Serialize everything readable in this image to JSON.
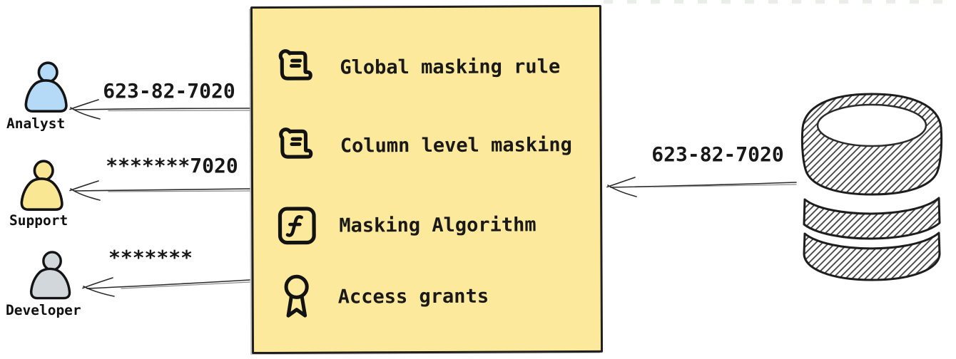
{
  "personas": [
    {
      "name": "Analyst",
      "received_value": "623-82-7020",
      "fill": "#b5daf7"
    },
    {
      "name": "Support",
      "received_value": "*******7020",
      "fill": "#fae794"
    },
    {
      "name": "Developer",
      "received_value": "*******",
      "fill": "#d2d7db"
    }
  ],
  "masking_box": {
    "bg": "#fce99b",
    "border": "#1f1f1f",
    "items": [
      {
        "icon": "scroll-icon",
        "label": "Global masking rule"
      },
      {
        "icon": "scroll-icon",
        "label": "Column level masking"
      },
      {
        "icon": "function-square-icon",
        "label": "Masking Algorithm"
      },
      {
        "icon": "award-icon",
        "label": "Access grants"
      }
    ]
  },
  "database": {
    "icon": "database-icon",
    "outgoing_value": "623-82-7020"
  },
  "colors": {
    "ink": "#1f1f1f",
    "arrow": "#2a2a2a",
    "background": "#ffffff"
  }
}
